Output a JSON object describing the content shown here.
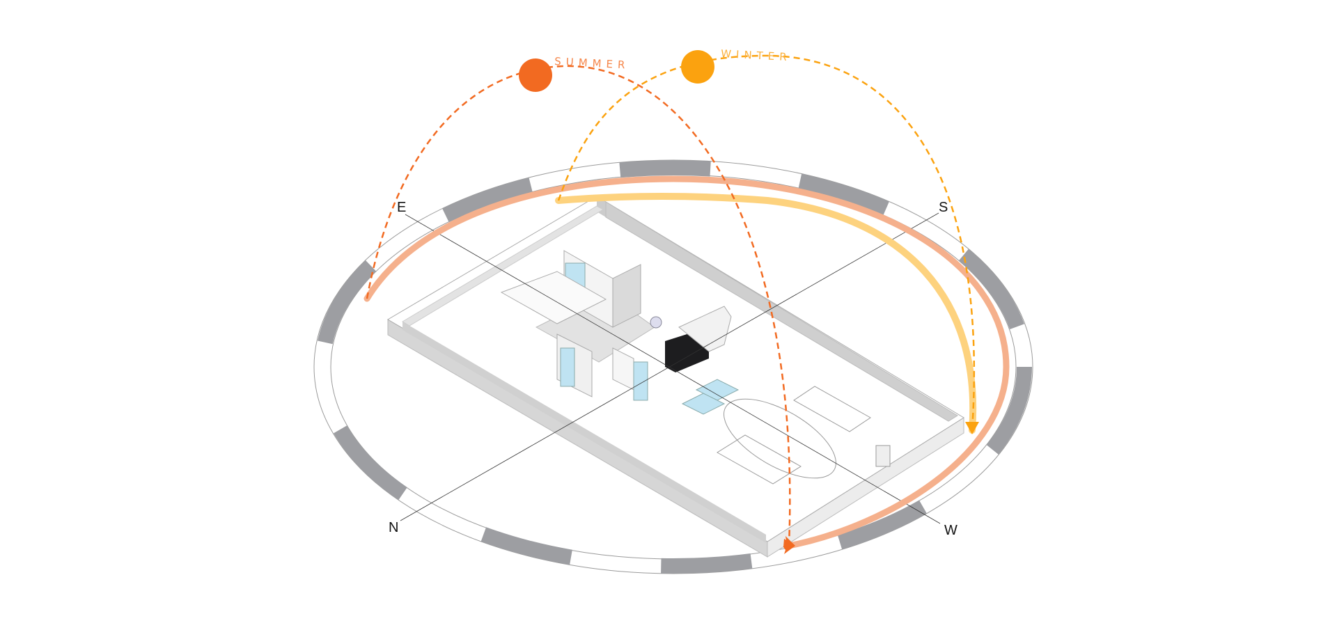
{
  "title": "Sun path diagram",
  "seasons": {
    "summer": {
      "label": "SUMMER",
      "color": "#F26A21",
      "path_color": "#F5B08C"
    },
    "winter": {
      "label": "WINTER",
      "color": "#FBA20F",
      "path_color": "#FDD27E"
    }
  },
  "compass": {
    "east": "E",
    "south": "S",
    "north": "N",
    "west": "W"
  },
  "colors": {
    "ring_dark": "#9D9EA2",
    "wall": "#C9C9C9",
    "glass": "#BFE3F2",
    "black_volume": "#1D1D1F"
  }
}
